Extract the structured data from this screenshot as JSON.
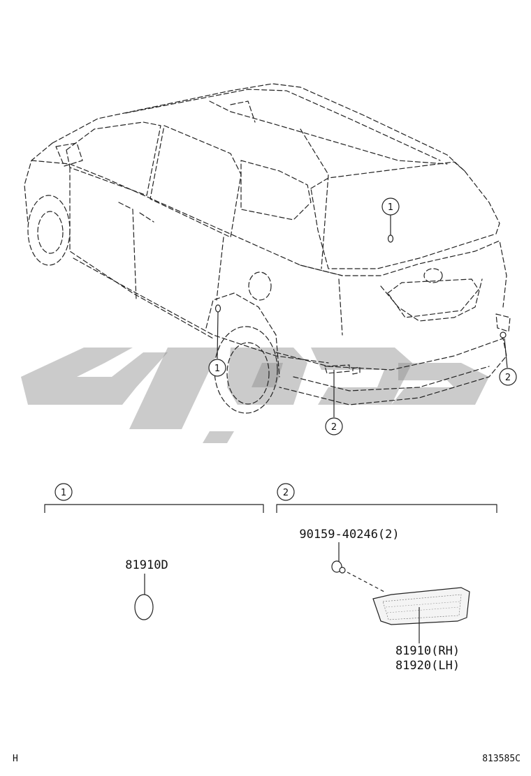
{
  "callouts": {
    "one": "1",
    "two": "2"
  },
  "sections": [
    {
      "number": "1",
      "parts": [
        {
          "code": "81910D"
        }
      ]
    },
    {
      "number": "2",
      "fastener": "90159-40246(2)",
      "parts": [
        {
          "code": "81910(RH)"
        },
        {
          "code": "81920(LH)"
        }
      ]
    }
  ],
  "footer": {
    "left_mark": "H",
    "figure_id": "813585C"
  }
}
